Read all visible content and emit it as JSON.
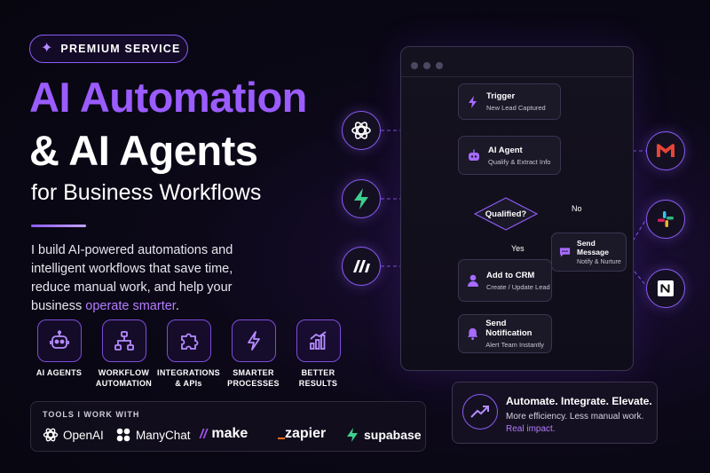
{
  "badge": {
    "label": "PREMIUM SERVICE",
    "icon": "sparkle-icon"
  },
  "headline": {
    "line1": "AI Automation",
    "line2": "& AI Agents",
    "line3": "for Business Workflows"
  },
  "description": {
    "text": "I build AI-powered automations and intelligent workflows that save time, reduce manual work, and help your business ",
    "highlight": "operate smarter",
    "end": "."
  },
  "features": [
    {
      "label_1": "AI AGENTS",
      "label_2": "",
      "icon": "robot-icon"
    },
    {
      "label_1": "WORKFLOW",
      "label_2": "AUTOMATION",
      "icon": "hierarchy-icon"
    },
    {
      "label_1": "INTEGRATIONS",
      "label_2": "& APIs",
      "icon": "puzzle-icon"
    },
    {
      "label_1": "SMARTER",
      "label_2": "PROCESSES",
      "icon": "bolt-icon"
    },
    {
      "label_1": "BETTER",
      "label_2": "RESULTS",
      "icon": "bar-chart-icon"
    }
  ],
  "tools": {
    "title": "TOOLS I WORK WITH",
    "items": [
      "OpenAI",
      "ManyChat",
      "make",
      "zapier",
      "supabase"
    ]
  },
  "workflow": {
    "trigger": {
      "title": "Trigger",
      "sub": "New Lead Captured"
    },
    "agent": {
      "title": "AI Agent",
      "sub": "Qualify & Extract Info"
    },
    "decision": "Qualified?",
    "yes": "Yes",
    "no": "No",
    "crm": {
      "title": "Add to CRM",
      "sub": "Create / Update Lead"
    },
    "notify": {
      "title": "Send Notification",
      "sub": "Alert Team Instantly"
    },
    "message": {
      "title": "Send Message",
      "sub": "Notify & Nurture"
    }
  },
  "integrations_left": [
    "openai-icon",
    "zapier-icon",
    "make-icon"
  ],
  "integrations_right": [
    "gmail-icon",
    "slack-icon",
    "notion-icon"
  ],
  "callout": {
    "title": "Automate. Integrate. Elevate.",
    "line2": "More efficiency. Less manual work.",
    "line3": "Real impact."
  },
  "colors": {
    "accent": "#9b5cff",
    "background": "#0b0816",
    "highlight": "#b47cff"
  }
}
